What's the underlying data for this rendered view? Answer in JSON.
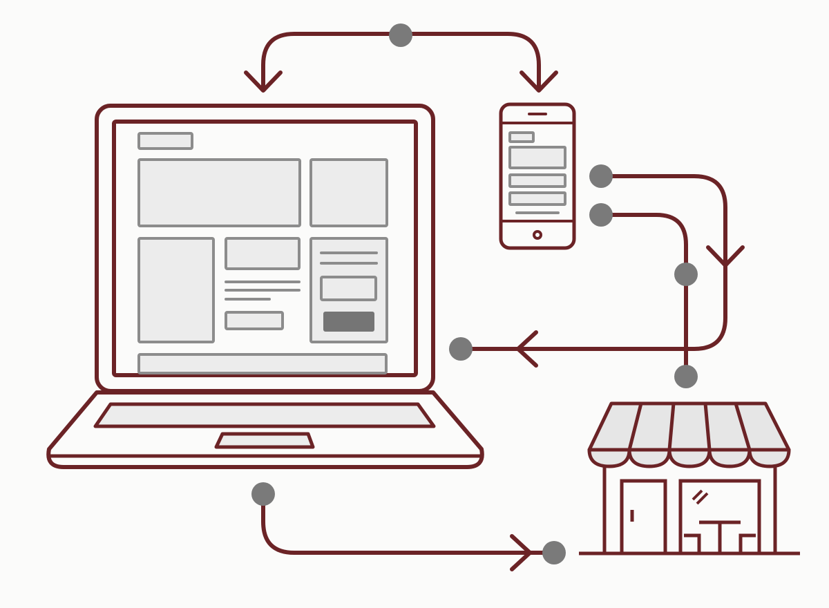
{
  "colors": {
    "background": "#fbfbfa",
    "outline": "#6b2326",
    "panel_fill": "#ececec",
    "panel_stroke": "#8c8c8c",
    "node": "#7a7a7a",
    "dark_button": "#757575",
    "awning_fill": "#e6e6e6"
  },
  "icons": {
    "laptop": "laptop-icon",
    "phone": "smartphone-icon",
    "store": "storefront-icon",
    "arrow_head": "arrowhead-icon",
    "node": "connection-node-icon"
  },
  "connections": [
    {
      "name": "laptop-phone-loop",
      "from": "phone",
      "to": "laptop",
      "bidirectional": true
    },
    {
      "name": "phone-to-laptop-return",
      "from": "phone",
      "to": "laptop"
    },
    {
      "name": "phone-to-store",
      "from": "phone",
      "to": "store"
    },
    {
      "name": "laptop-to-store",
      "from": "laptop",
      "to": "store"
    }
  ]
}
